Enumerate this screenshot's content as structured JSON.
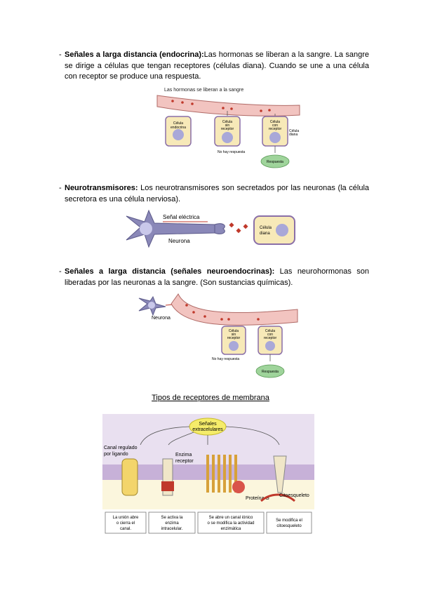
{
  "sections": [
    {
      "dash": "-",
      "title": "Señales a larga distancia (endocrina):",
      "text": "Las hormonas se liberan a la sangre. La sangre se dirige a células que tengan receptores (células diana). Cuando se une a una célula con receptor se produce una respuesta."
    },
    {
      "dash": "-",
      "title": "Neurotransmisores:",
      "text": " Los neurotransmisores son secretados por las neuronas (la célula secretora es una célula nerviosa)."
    },
    {
      "dash": "-",
      "title": "Señales a larga distancia (señales neuroendocrinas):",
      "text": " Las neurohormonas son liberadas por las neuronas a la sangre. (Son sustancias químicas)."
    }
  ],
  "fig1": {
    "title": "Las hormonas se liberan a la sangre",
    "cell1": [
      "Célula",
      "endocrina"
    ],
    "cell2": [
      "Célula",
      "sin",
      "receptor"
    ],
    "cell3": [
      "Célula",
      "con",
      "receptor"
    ],
    "diana": [
      "Célula",
      "diana"
    ],
    "no_response": "No hay respuesta",
    "response": "Respuesta"
  },
  "fig2": {
    "signal": "Señal eléctrica",
    "neuron": "Neurona",
    "target": [
      "Célula",
      "diana"
    ]
  },
  "fig3": {
    "neuron": "Neurona",
    "cell2": [
      "Célula",
      "sin",
      "receptor"
    ],
    "cell3": [
      "Célula",
      "con",
      "receptor"
    ],
    "no_response": "No hay respuesta",
    "response": "Respuesta"
  },
  "caption": "Tipos de receptores de membrana",
  "fig4": {
    "signals": [
      "Señales",
      "extracelulares"
    ],
    "channel": [
      "Canal regulado",
      "por ligando"
    ],
    "enzyme": [
      "Enzima",
      "receptor"
    ],
    "gprotein": "Proteína G",
    "cyto": "Citoesqueleto",
    "boxes": [
      [
        "La unión abre",
        "o cierra el",
        "canal."
      ],
      [
        "Se activa la",
        "enzima",
        "intracelular."
      ],
      [
        "Se abre un canal iónico",
        "o se modifica la actividad",
        "enzimática"
      ],
      [
        "Se modifica el",
        "citoesqueleto"
      ]
    ]
  },
  "colors": {
    "vessel": "#f2c4c0",
    "vessel_edge": "#b06a66",
    "cell_fill": "#f7e9b8",
    "cell_edge": "#8a6fa8",
    "nucleus": "#a9a8d8",
    "hormone": "#c0392b",
    "response": "#9fd49b",
    "membrane": "#c7b1d8",
    "extracellular": "#e9e0f0",
    "intracellular": "#fbf6dd"
  }
}
